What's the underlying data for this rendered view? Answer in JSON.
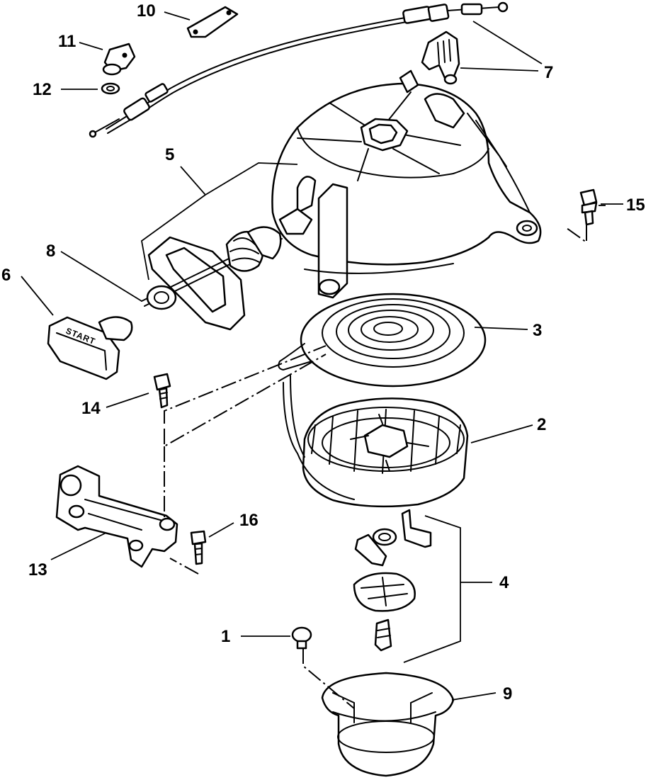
{
  "diagram": {
    "type": "exploded-parts-view",
    "callouts": [
      {
        "id": "c1",
        "label": "1"
      },
      {
        "id": "c2",
        "label": "2"
      },
      {
        "id": "c3",
        "label": "3"
      },
      {
        "id": "c4",
        "label": "4"
      },
      {
        "id": "c5",
        "label": "5"
      },
      {
        "id": "c6",
        "label": "6"
      },
      {
        "id": "c7",
        "label": "7"
      },
      {
        "id": "c8",
        "label": "8"
      },
      {
        "id": "c9",
        "label": "9"
      },
      {
        "id": "c10",
        "label": "10"
      },
      {
        "id": "c11",
        "label": "11"
      },
      {
        "id": "c12",
        "label": "12"
      },
      {
        "id": "c13",
        "label": "13"
      },
      {
        "id": "c14",
        "label": "14"
      },
      {
        "id": "c15",
        "label": "15"
      },
      {
        "id": "c16",
        "label": "16"
      }
    ],
    "handle_text": "START"
  }
}
